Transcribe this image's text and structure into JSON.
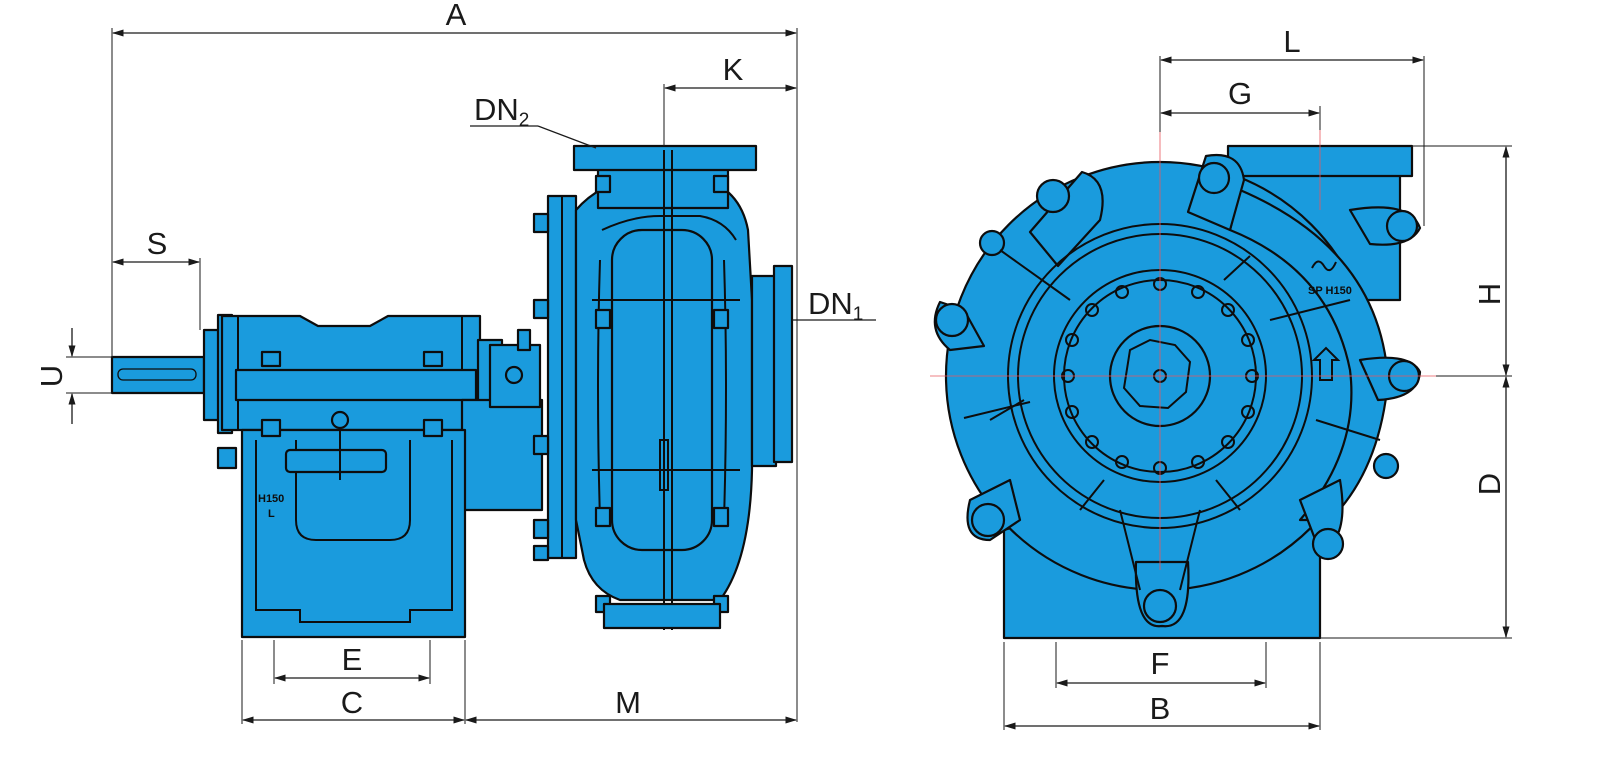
{
  "dimensions": {
    "A": "A",
    "K": "K",
    "S": "S",
    "U": "U",
    "E": "E",
    "C": "C",
    "M": "M",
    "L": "L",
    "G": "G",
    "H": "H",
    "D": "D",
    "F": "F",
    "B": "B"
  },
  "nozzles": {
    "discharge": {
      "base": "DN",
      "sub": "2"
    },
    "suction": {
      "base": "DN",
      "sub": "1"
    }
  },
  "markings": {
    "bearing_model": "H150",
    "bearing_suffix": "L",
    "nameplate": "SP H150"
  },
  "colors": {
    "body": "#1a9bdd",
    "outline": "#0d0d0d",
    "centerline": "#e8565e"
  }
}
